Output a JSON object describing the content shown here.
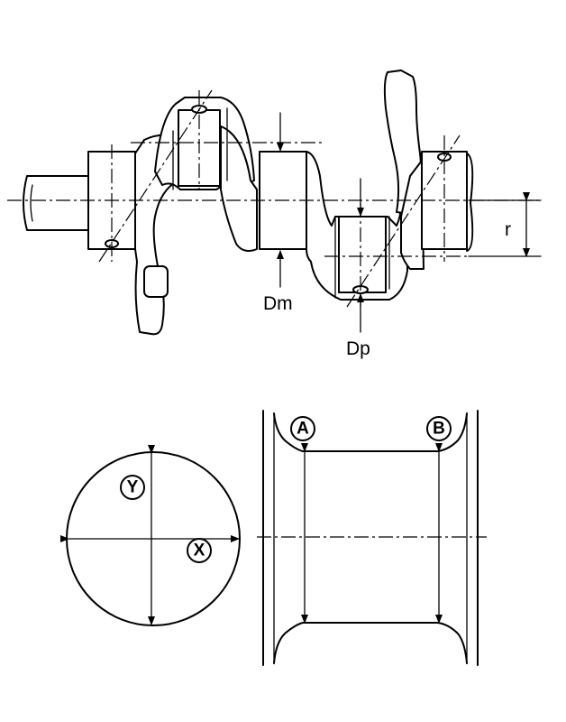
{
  "crankshaft": {
    "main_journal_label": "Dm",
    "pin_journal_label": "Dp",
    "throw_label": "r"
  },
  "cross_section": {
    "vertical_axis_label": "Y",
    "horizontal_axis_label": "X"
  },
  "journal_side_view": {
    "left_point_label": "A",
    "right_point_label": "B"
  }
}
